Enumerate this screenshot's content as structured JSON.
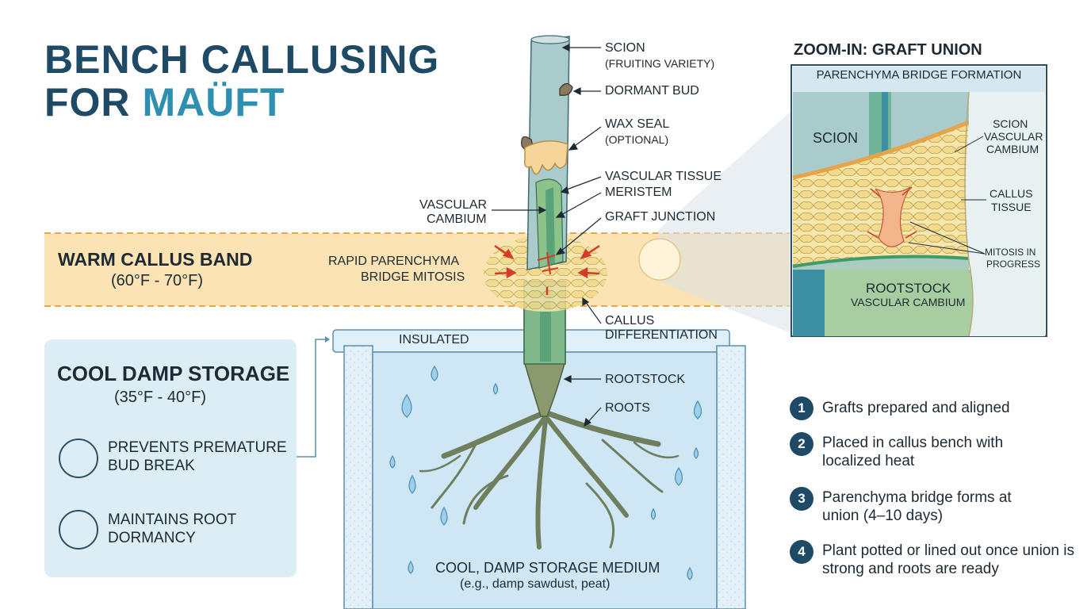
{
  "title": {
    "line1": "BENCH CALLUSING",
    "line2_prefix": "FOR ",
    "line2_accent": "MAÜFT"
  },
  "stem_labels": {
    "scion": "SCION",
    "scion_sub": "(FRUITING VARIETY)",
    "dormant_bud": "DORMANT BUD",
    "wax_seal": "WAX SEAL",
    "wax_seal_sub": "(OPTIONAL)",
    "vascular_tissue": "VASCULAR TISSUE",
    "meristem": "MERISTEM",
    "graft_junction": "GRAFT JUNCTION",
    "vascular_cambium_1": "VASCULAR",
    "vascular_cambium_2": "CAMBIUM",
    "rapid_1": "RAPID PARENCHYMA",
    "rapid_2": "BRIDGE MITOSIS",
    "callus_1": "CALLUS",
    "callus_2": "DIFFERENTIATION",
    "rootstock": "ROOTSTOCK",
    "roots": "ROOTS"
  },
  "warm_band": {
    "title": "WARM CALLUS BAND",
    "range": "(60°F - 70°F)"
  },
  "storage": {
    "title": "COOL DAMP STORAGE",
    "range": "(35°F - 40°F)",
    "features": [
      {
        "icon": "sprout-icon",
        "line1": "PREVENTS PREMATURE",
        "line2": "BUD BREAK"
      },
      {
        "icon": "water-drop-icon",
        "line1": "MAINTAINS ROOT",
        "line2": "DORMANCY"
      }
    ],
    "insulated": "INSULATED",
    "medium_1": "COOL, DAMP STORAGE MEDIUM",
    "medium_2": "(e.g., damp sawdust, peat)"
  },
  "zoom": {
    "title": "ZOOM-IN: GRAFT UNION",
    "subtitle": "PARENCHYMA BRIDGE FORMATION",
    "scion": "SCION",
    "scion_cambium_1": "SCION",
    "scion_cambium_2": "VASCULAR",
    "scion_cambium_3": "CAMBIUM",
    "callus_1": "CALLUS",
    "callus_2": "TISSUE",
    "mitosis_1": "MITOSIS IN",
    "mitosis_2": "PROGRESS",
    "rootstock_1": "ROOTSTOCK",
    "rootstock_2": "VASCULAR CAMBIUM"
  },
  "steps": [
    {
      "num": "1",
      "text": "Grafts prepared and aligned"
    },
    {
      "num": "2",
      "text": "Placed in callus bench with localized heat"
    },
    {
      "num": "3",
      "text": "Parenchyma bridge forms at union (4–10 days)"
    },
    {
      "num": "4",
      "text": "Plant potted or lined out once union is strong and roots are ready"
    }
  ],
  "colors": {
    "title": "#1e4a66",
    "title_accent": "#2f8fb0",
    "warm_band": "#fbe3b3",
    "cool_storage": "#dcedf6",
    "storage_box": "#cfe6f4",
    "stem_green": "#8fbf8a",
    "root": "#6f7f5e",
    "arrow_red": "#d43c2a"
  }
}
